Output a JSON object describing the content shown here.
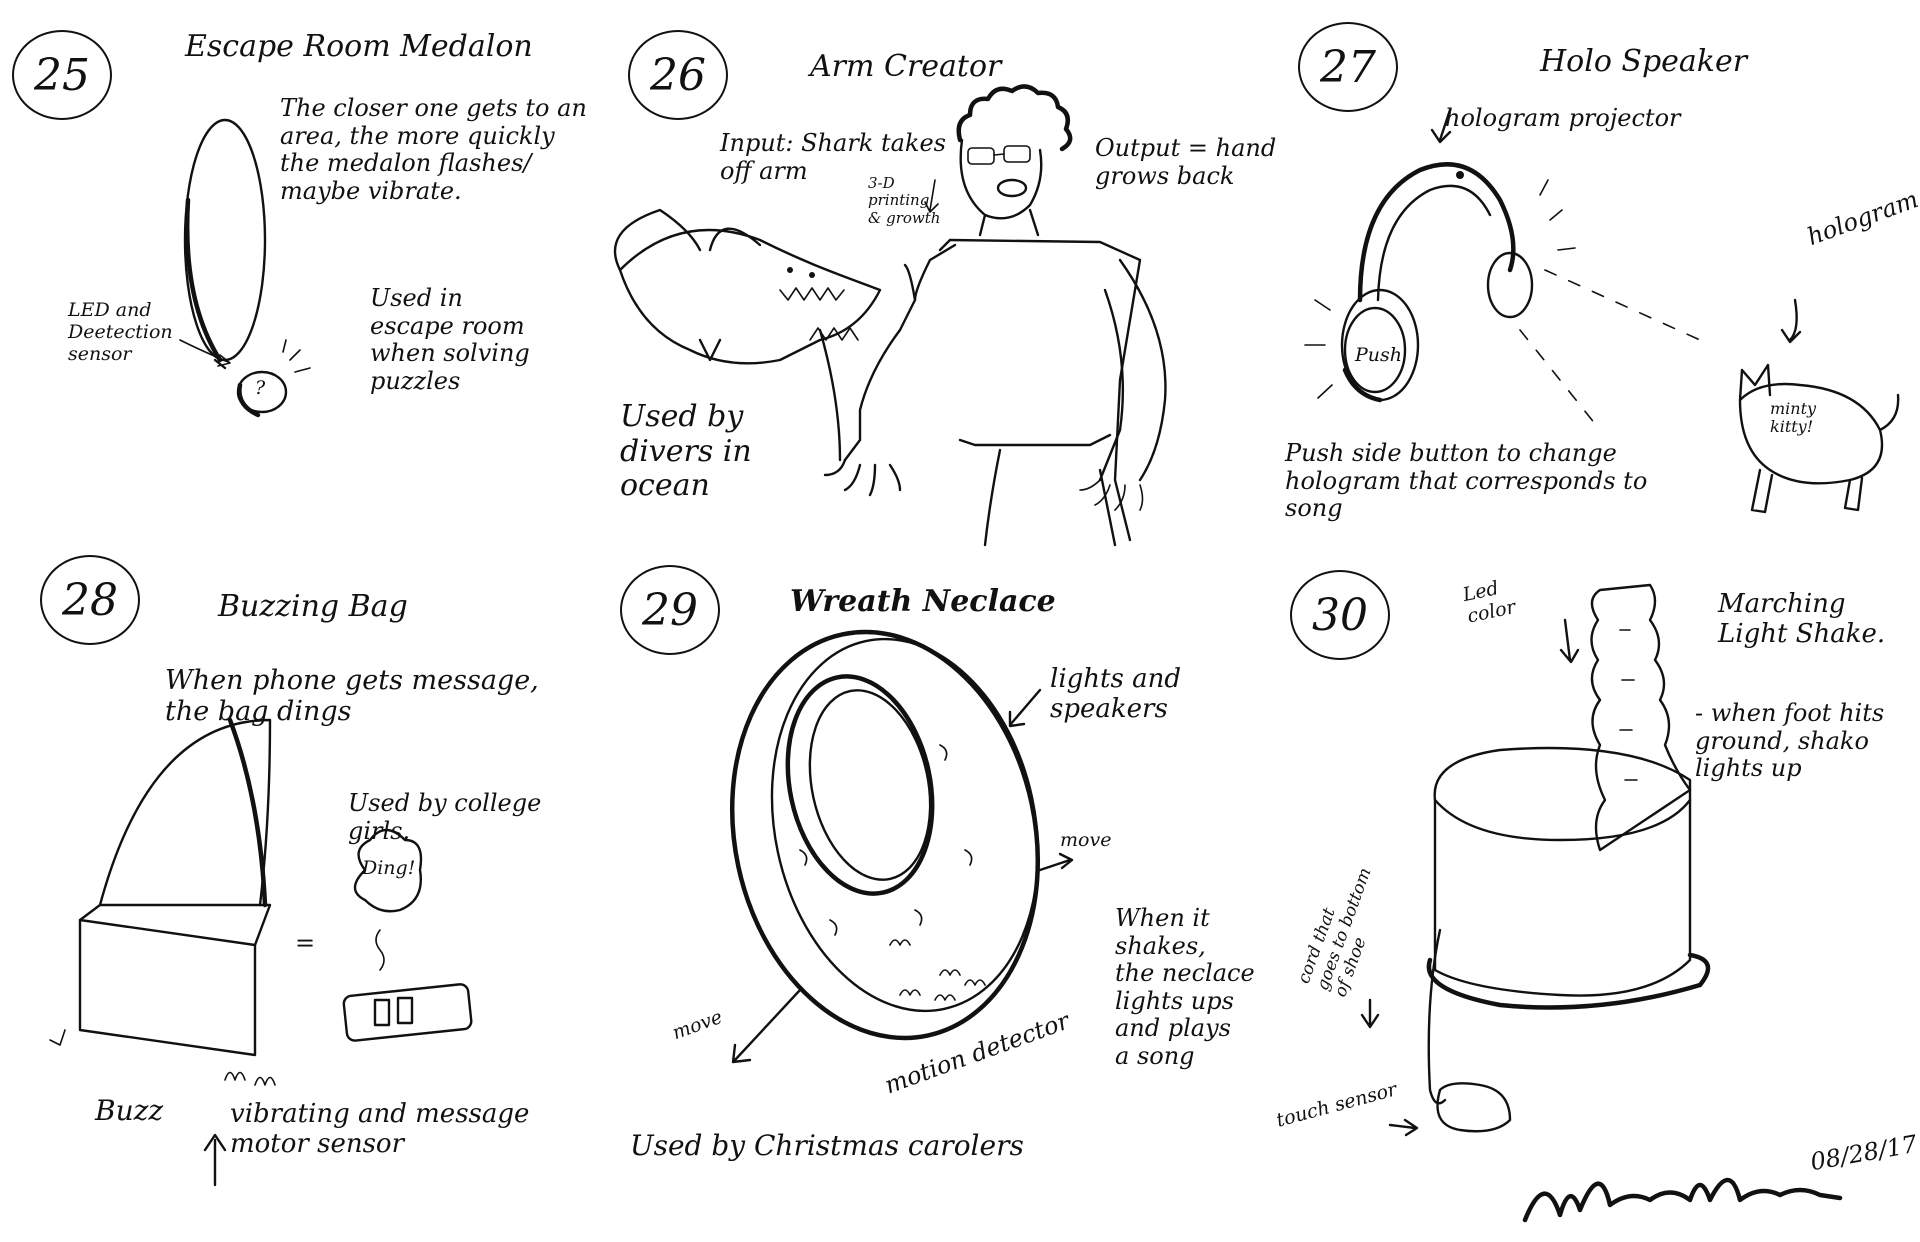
{
  "sketches": [
    {
      "number": "25",
      "title": "Escape Room Medalon",
      "notes": [
        "The closer one gets to an\narea, the more quickly\nthe medalon flashes/\nmaybe vibrate.",
        "Used in\nescape room\nwhen solving\npuzzles",
        "LED and\nDeetection\nsensor",
        "?"
      ]
    },
    {
      "number": "26",
      "title": "Arm Creator",
      "notes": [
        "Input: Shark takes\noff arm",
        "3-D\nprinting\n& growth",
        "Output = hand\ngrows back",
        "Used by\ndivers in\nocean"
      ]
    },
    {
      "number": "27",
      "title": "Holo Speaker",
      "notes": [
        "hologram projector",
        "hologram",
        "Push",
        "Push side button to change\nhologram that corresponds to\nsong",
        "minty\nkitty!"
      ]
    },
    {
      "number": "28",
      "title": "Buzzing Bag",
      "notes": [
        "When phone gets message,\nthe bag dings",
        "Used by college\ngirls.",
        "Ding!",
        "=",
        "Buzz",
        "vibrating and message\nmotor                 sensor"
      ]
    },
    {
      "number": "29",
      "title": "Wreath Neclace",
      "notes": [
        "lights and\nspeakers",
        "move",
        "move",
        "When it\nshakes,\nthe neclace\nlights ups\nand plays\na song",
        "motion detector",
        "Used by Christmas carolers"
      ]
    },
    {
      "number": "30",
      "title": "Marching\nLight Shake.",
      "notes": [
        "Led\ncolor",
        "- when foot hits\nground, shako\nlights up",
        "cord that\ngoes to bottom\nof shoe",
        "touch sensor"
      ]
    }
  ],
  "signature": {
    "date": "08/28/17"
  }
}
